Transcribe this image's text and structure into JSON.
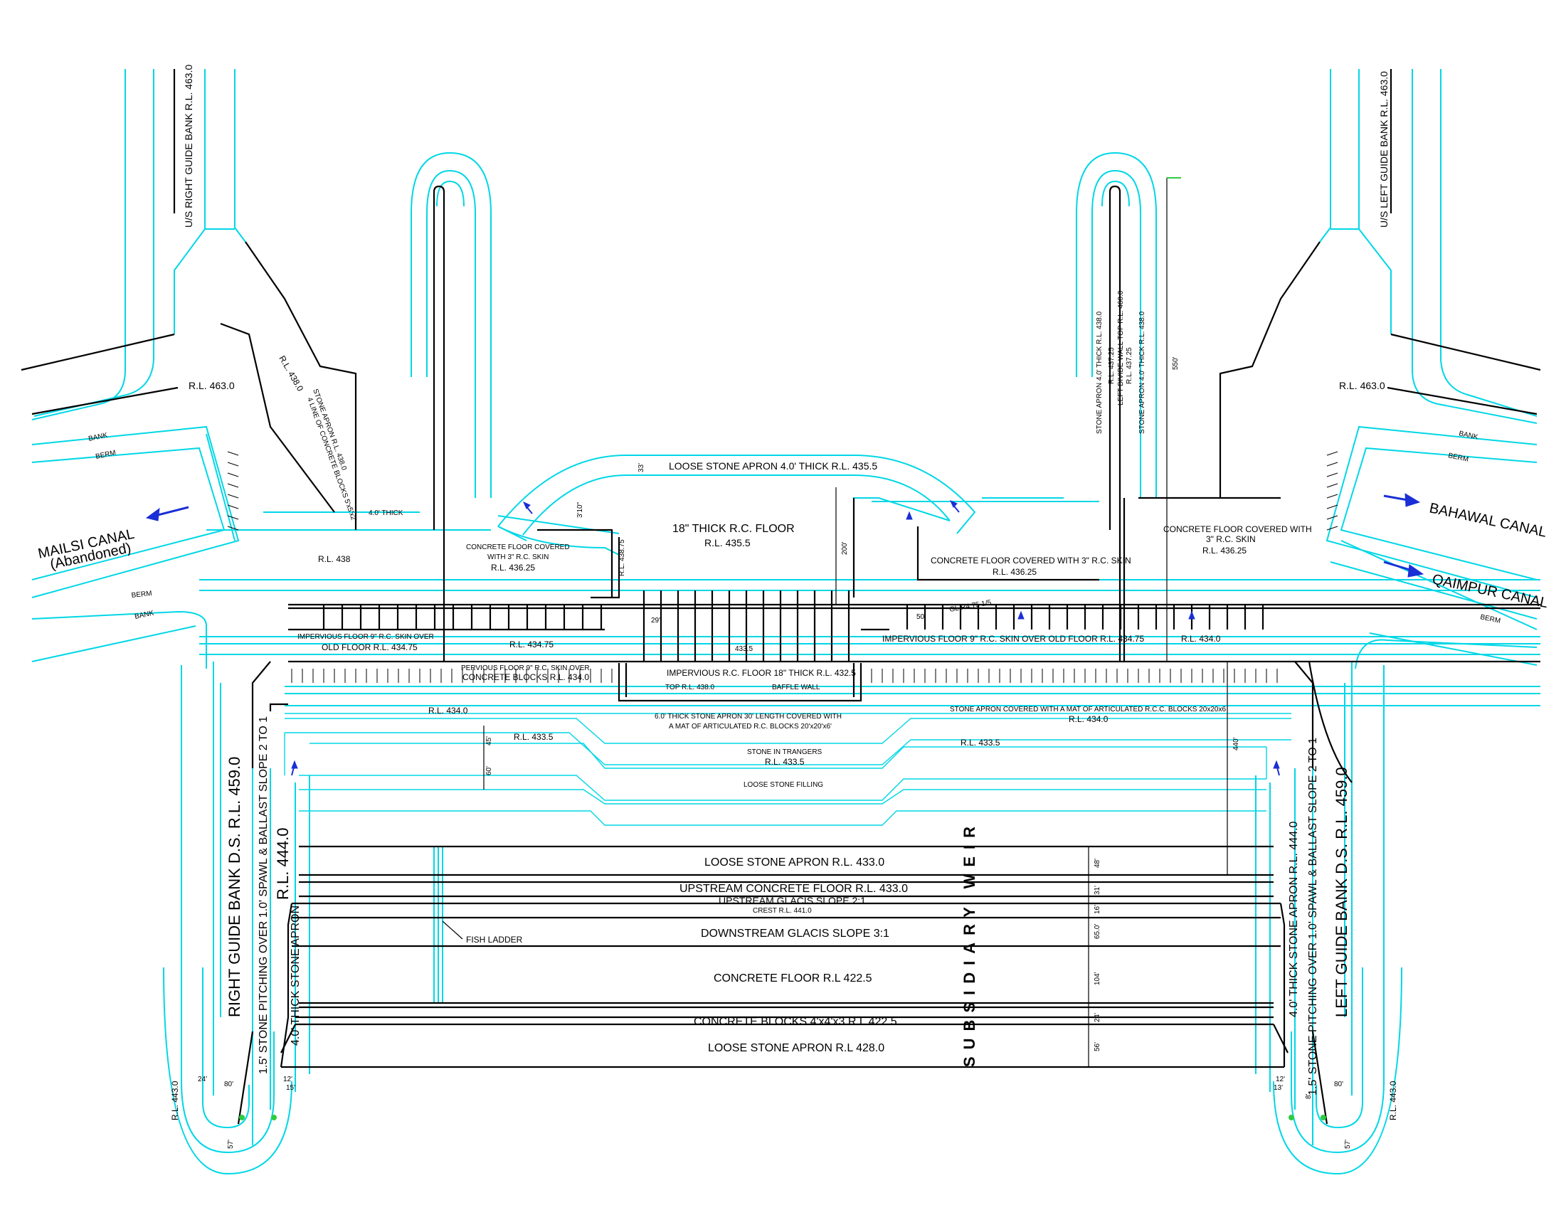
{
  "colors": {
    "outline": "#00d7e6",
    "structure": "#000000",
    "flow_arrow": "#1a2fd6",
    "marker": "#2ecc40"
  },
  "banks": {
    "us_right": "U/S RIGHT GUIDE BANK R.L. 463.0",
    "us_left": "U/S LEFT GUIDE BANK R.L. 463.0",
    "rl_463_left": "R.L. 463.0",
    "rl_463_right": "R.L. 463.0",
    "ds_right": "RIGHT GUIDE BANK D.S. R.L. 459.0",
    "ds_left": "LEFT GUIDE BANK D.S. R.L. 459.0",
    "pitching_right": "1.5' STONE PITCHING OVER 1.0'  SPAWL & BALLAST SLOPE 2 TO 1",
    "pitching_left": "1.5' STONE PITCHING OVER 1.0' SPAWL & BALLAST SLOPE 2 TO 1",
    "apron_right": "4.0' THICK STONE APRON",
    "apron_left": "4.0' THICK STONE APRON R.L. 444.0",
    "rl_444_right": "R.L. 444.0",
    "rl_443_left": "R.L. 443.0",
    "rl_443_right": "R.L. 443.0"
  },
  "canals": {
    "mailsi_name": "MAILSI CANAL",
    "mailsi_status": "(Abandoned)",
    "bahawal": "BAHAWAL CANAL",
    "qaimpur": "QAIMPUR CANAL",
    "bank": "BANK",
    "berm": "BERM"
  },
  "upstream": {
    "loose_apron_top": "LOOSE STONE APRON 4.0' THICK R.L. 435.5",
    "rc_floor": "18\" THICK R.C. FLOOR",
    "rc_floor_rl": "R.L. 435.5",
    "floor_left_1": "CONCRETE FLOOR COVERED",
    "floor_left_2": "WITH 3\" R.C. SKIN",
    "floor_left_rl": "R.L. 436.25",
    "floor_mid": "CONCRETE FLOOR COVERED WITH 3\" R.C. SKIN",
    "floor_mid_rl": "R.L. 436.25",
    "floor_right_1": "CONCRETE FLOOR COVERED WITH",
    "floor_right_2": "3\" R.C. SKIN",
    "floor_right_rl": "R.L. 436.25",
    "rl_438": "R.L. 438",
    "rl_43875": "R.L. 438.75",
    "stone_apron_diag": "STONE APRON  R.L. 438.0",
    "concrete_blocks_diag": "4 LINE OF CONCRETE BLOCKS 5'x5'x2'",
    "rl_4380_diag": "R.L. 438.0",
    "thick_4": "4.0' THICK",
    "divide_stone_1": "STONE APRON 4.0' THICK R.L. 438.0",
    "divide_rl_1": "R.L. 437.25",
    "divide_wall": "LEFT DIVIDE WALL TOP R.L. 460.0",
    "divide_rl_2": "R.L. 437.25",
    "divide_stone_2": "STONE APRON 4.0' THICK  R.L. 438.0",
    "dim_550": "550'",
    "dim_200": "200'",
    "dim_33": "33'",
    "dim_310": "3'10\""
  },
  "barrage": {
    "imperv_left": "IMPERVIOUS FLOOR 9\" R.C. SKIN OVER",
    "imperv_left_2": "OLD FLOOR R.L. 434.75",
    "rl_43475": "R.L. 434.75",
    "rl_4335_mid": "433.5",
    "dim_29": "29'",
    "dim_50": "50'",
    "gl_note": "GL.R4.75 1/5",
    "imperv_right": "IMPERVIOUS FLOOR 9\" R.C. SKIN OVER OLD FLOOR  R.L. 434.75",
    "rl_4340_right": "R.L. 434.0",
    "pervious_1": "PERVIOUS FLOOR 9\" R.C. SKIN OVER",
    "pervious_2": "CONCRETE BLOCKS  R.L. 434.0",
    "imperv_rc": "IMPERVIOUS R.C. FLOOR 18\" THICK  R.L. 432.5",
    "top_rl": "TOP R.L. 438.0",
    "baffle": "BAFFLE WALL"
  },
  "downstream": {
    "rl_4340_l": "R.L. 434.0",
    "stone_6_1": "6.0' THICK STONE APRON 30' LENGTH COVERED WITH",
    "stone_6_2": "A MAT OF ARTICULATED R.C. BLOCKS 20'x20'x6'",
    "stone_rcc_1": "STONE APRON COVERED WITH A MAT OF ARTICULATED R.C.C. BLOCKS 20x20x6",
    "stone_rcc_rl": "R.L. 434.0",
    "rl_4335_l": "R.L. 433.5",
    "rl_4335_r": "R.L. 433.5",
    "stone_trangers": "STONE IN TRANGERS",
    "stone_trangers_rl": "R.L. 433.5",
    "loose_filling": "LOOSE STONE FILLING",
    "dim_45": "45'",
    "dim_60": "60'",
    "dim_440": "440'"
  },
  "weir": {
    "title": "SUBSIDIARY WEIR",
    "rows": [
      "LOOSE STONE APRON R.L. 433.0",
      "UPSTREAM CONCRETE FLOOR R.L. 433.0",
      "UPSTREAM GLACIS SLOPE 2:1",
      "CREST R.L. 441.0",
      "DOWNSTREAM GLACIS SLOPE 3:1",
      "CONCRETE FLOOR R.L 422.5",
      "CONCRETE BLOCKS 4'x4'x3 R.L 422.5",
      "LOOSE STONE APRON R.L 428.0"
    ],
    "dims": [
      "48'",
      "31'",
      "16'",
      "65.0'",
      "104'",
      "24'",
      "56'"
    ],
    "fish_ladder": "FISH LADDER",
    "bottom_dims": [
      "24'",
      "80'",
      "12'",
      "15'",
      "12'",
      "13'",
      "80'",
      "57'",
      "57'",
      "8'"
    ]
  }
}
